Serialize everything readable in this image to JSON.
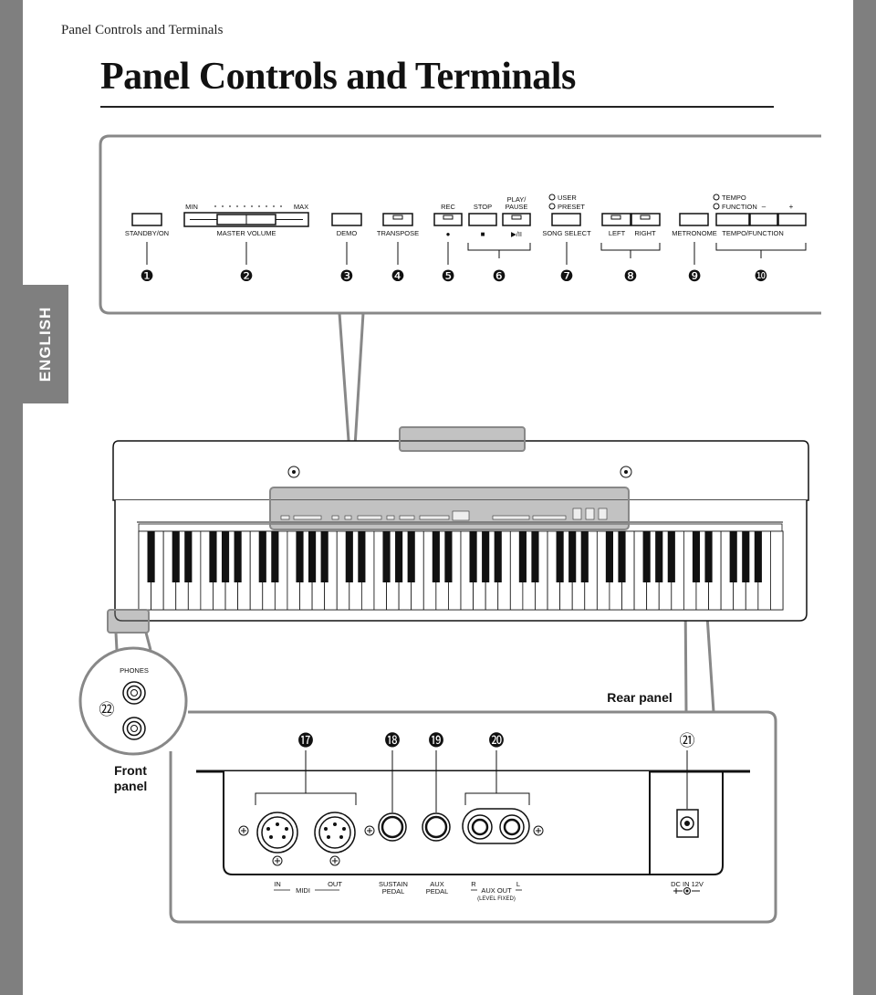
{
  "header": {
    "running_head": "Panel Controls and Terminals",
    "title": "Panel Controls and Terminals",
    "language_tab": "ENGLISH"
  },
  "control_panel": {
    "controls": {
      "standby": "STANDBY/ON",
      "volume_min": "MIN",
      "volume_max": "MAX",
      "master_volume": "MASTER VOLUME",
      "demo": "DEMO",
      "transpose": "TRANSPOSE",
      "rec": "REC",
      "stop": "STOP",
      "play_pause_1": "PLAY/",
      "play_pause_2": "PAUSE",
      "user": "USER",
      "preset": "PRESET",
      "song_select": "SONG SELECT",
      "left": "LEFT",
      "right": "RIGHT",
      "metronome": "METRONOME",
      "tempo": "TEMPO",
      "function": "FUNCTION",
      "minus": "–",
      "plus": "+",
      "tempo_function": "TEMPO/FUNCTION",
      "rec_symbol": "●",
      "stop_symbol": "■",
      "play_symbol": "▶/II"
    },
    "callouts": [
      "❶",
      "❷",
      "❸",
      "❹",
      "❺",
      "❻",
      "❼",
      "❽",
      "❾",
      "❿"
    ]
  },
  "front_panel": {
    "phones": "PHONES",
    "callout": "㉒",
    "label_1": "Front",
    "label_2": "panel"
  },
  "rear_panel": {
    "title": "Rear panel",
    "callouts": [
      "⓱",
      "⓲",
      "⓳",
      "⓴",
      "㉑"
    ],
    "midi_in": "IN",
    "midi_out": "OUT",
    "midi": "MIDI",
    "sustain_1": "SUSTAIN",
    "sustain_2": "PEDAL",
    "aux_pedal_1": "AUX",
    "aux_pedal_2": "PEDAL",
    "aux_r": "R",
    "aux_l": "L",
    "aux_out": "AUX  OUT",
    "level_fixed": "(LEVEL FIXED)",
    "dc_in": "DC  IN  12V"
  }
}
